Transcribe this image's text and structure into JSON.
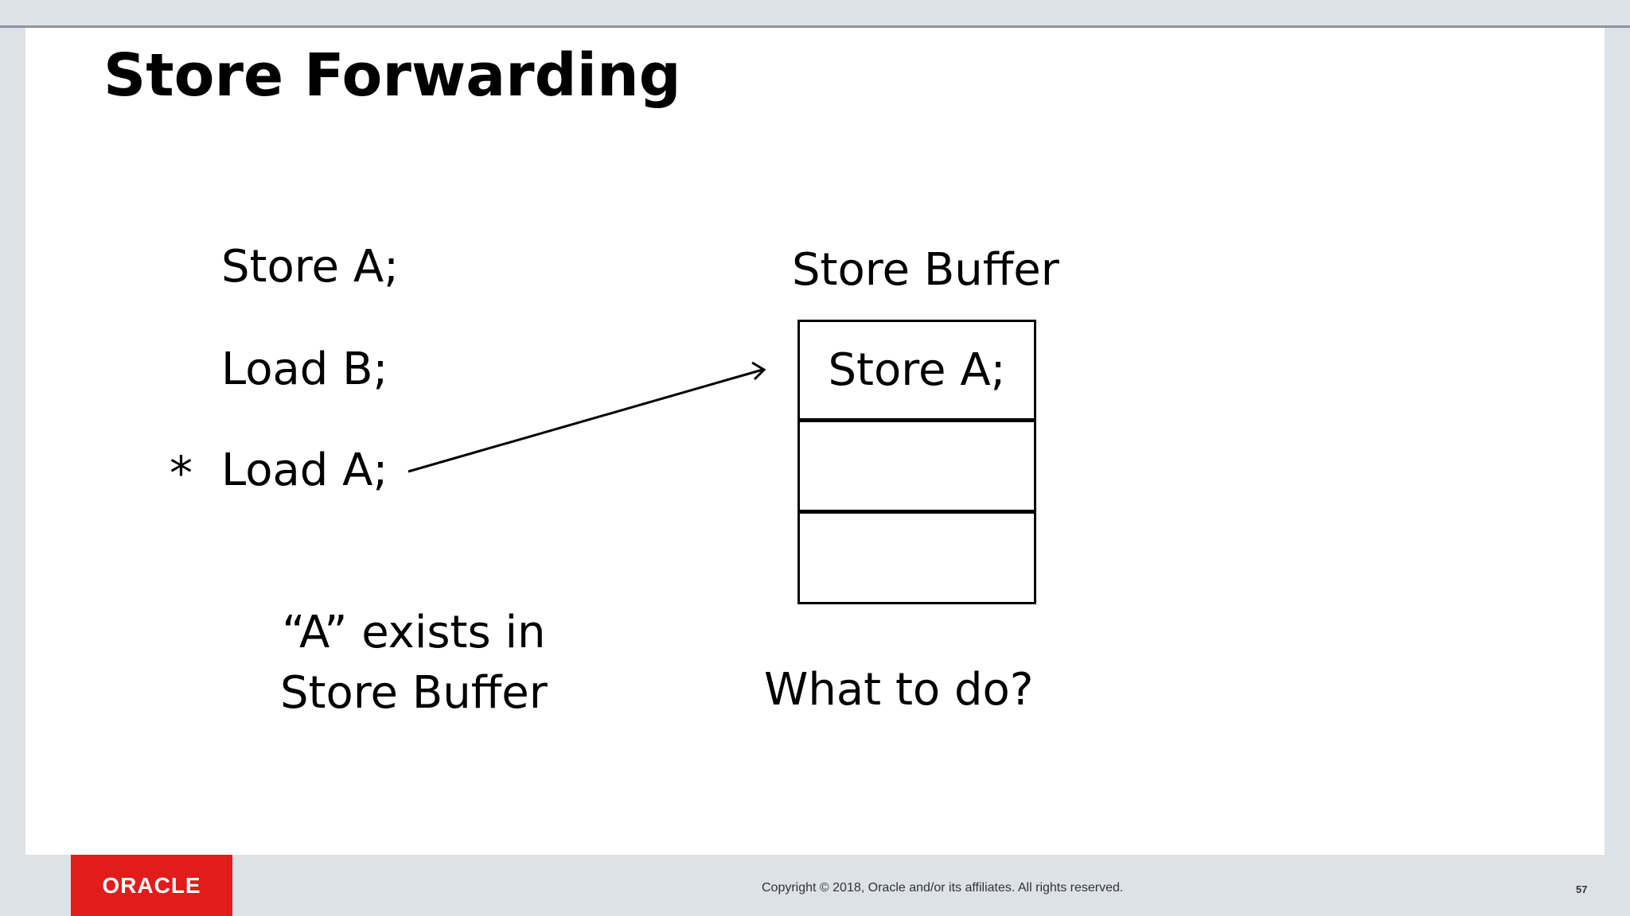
{
  "slide": {
    "title": "Store Forwarding",
    "instructions": [
      {
        "text": "Store A;",
        "marker": ""
      },
      {
        "text": "Load B;",
        "marker": ""
      },
      {
        "text": "Load A;",
        "marker": "*"
      }
    ],
    "note_line1": "“A” exists in",
    "note_line2": "Store Buffer",
    "store_buffer": {
      "label": "Store Buffer",
      "entries": [
        "Store A;",
        "",
        ""
      ]
    },
    "question": "What to do?"
  },
  "footer": {
    "logo_text": "ORACLE",
    "copyright": "Copyright © 2018, Oracle and/or its affiliates. All rights reserved.",
    "page_number": "57",
    "brand_color": "#e21b1b"
  }
}
